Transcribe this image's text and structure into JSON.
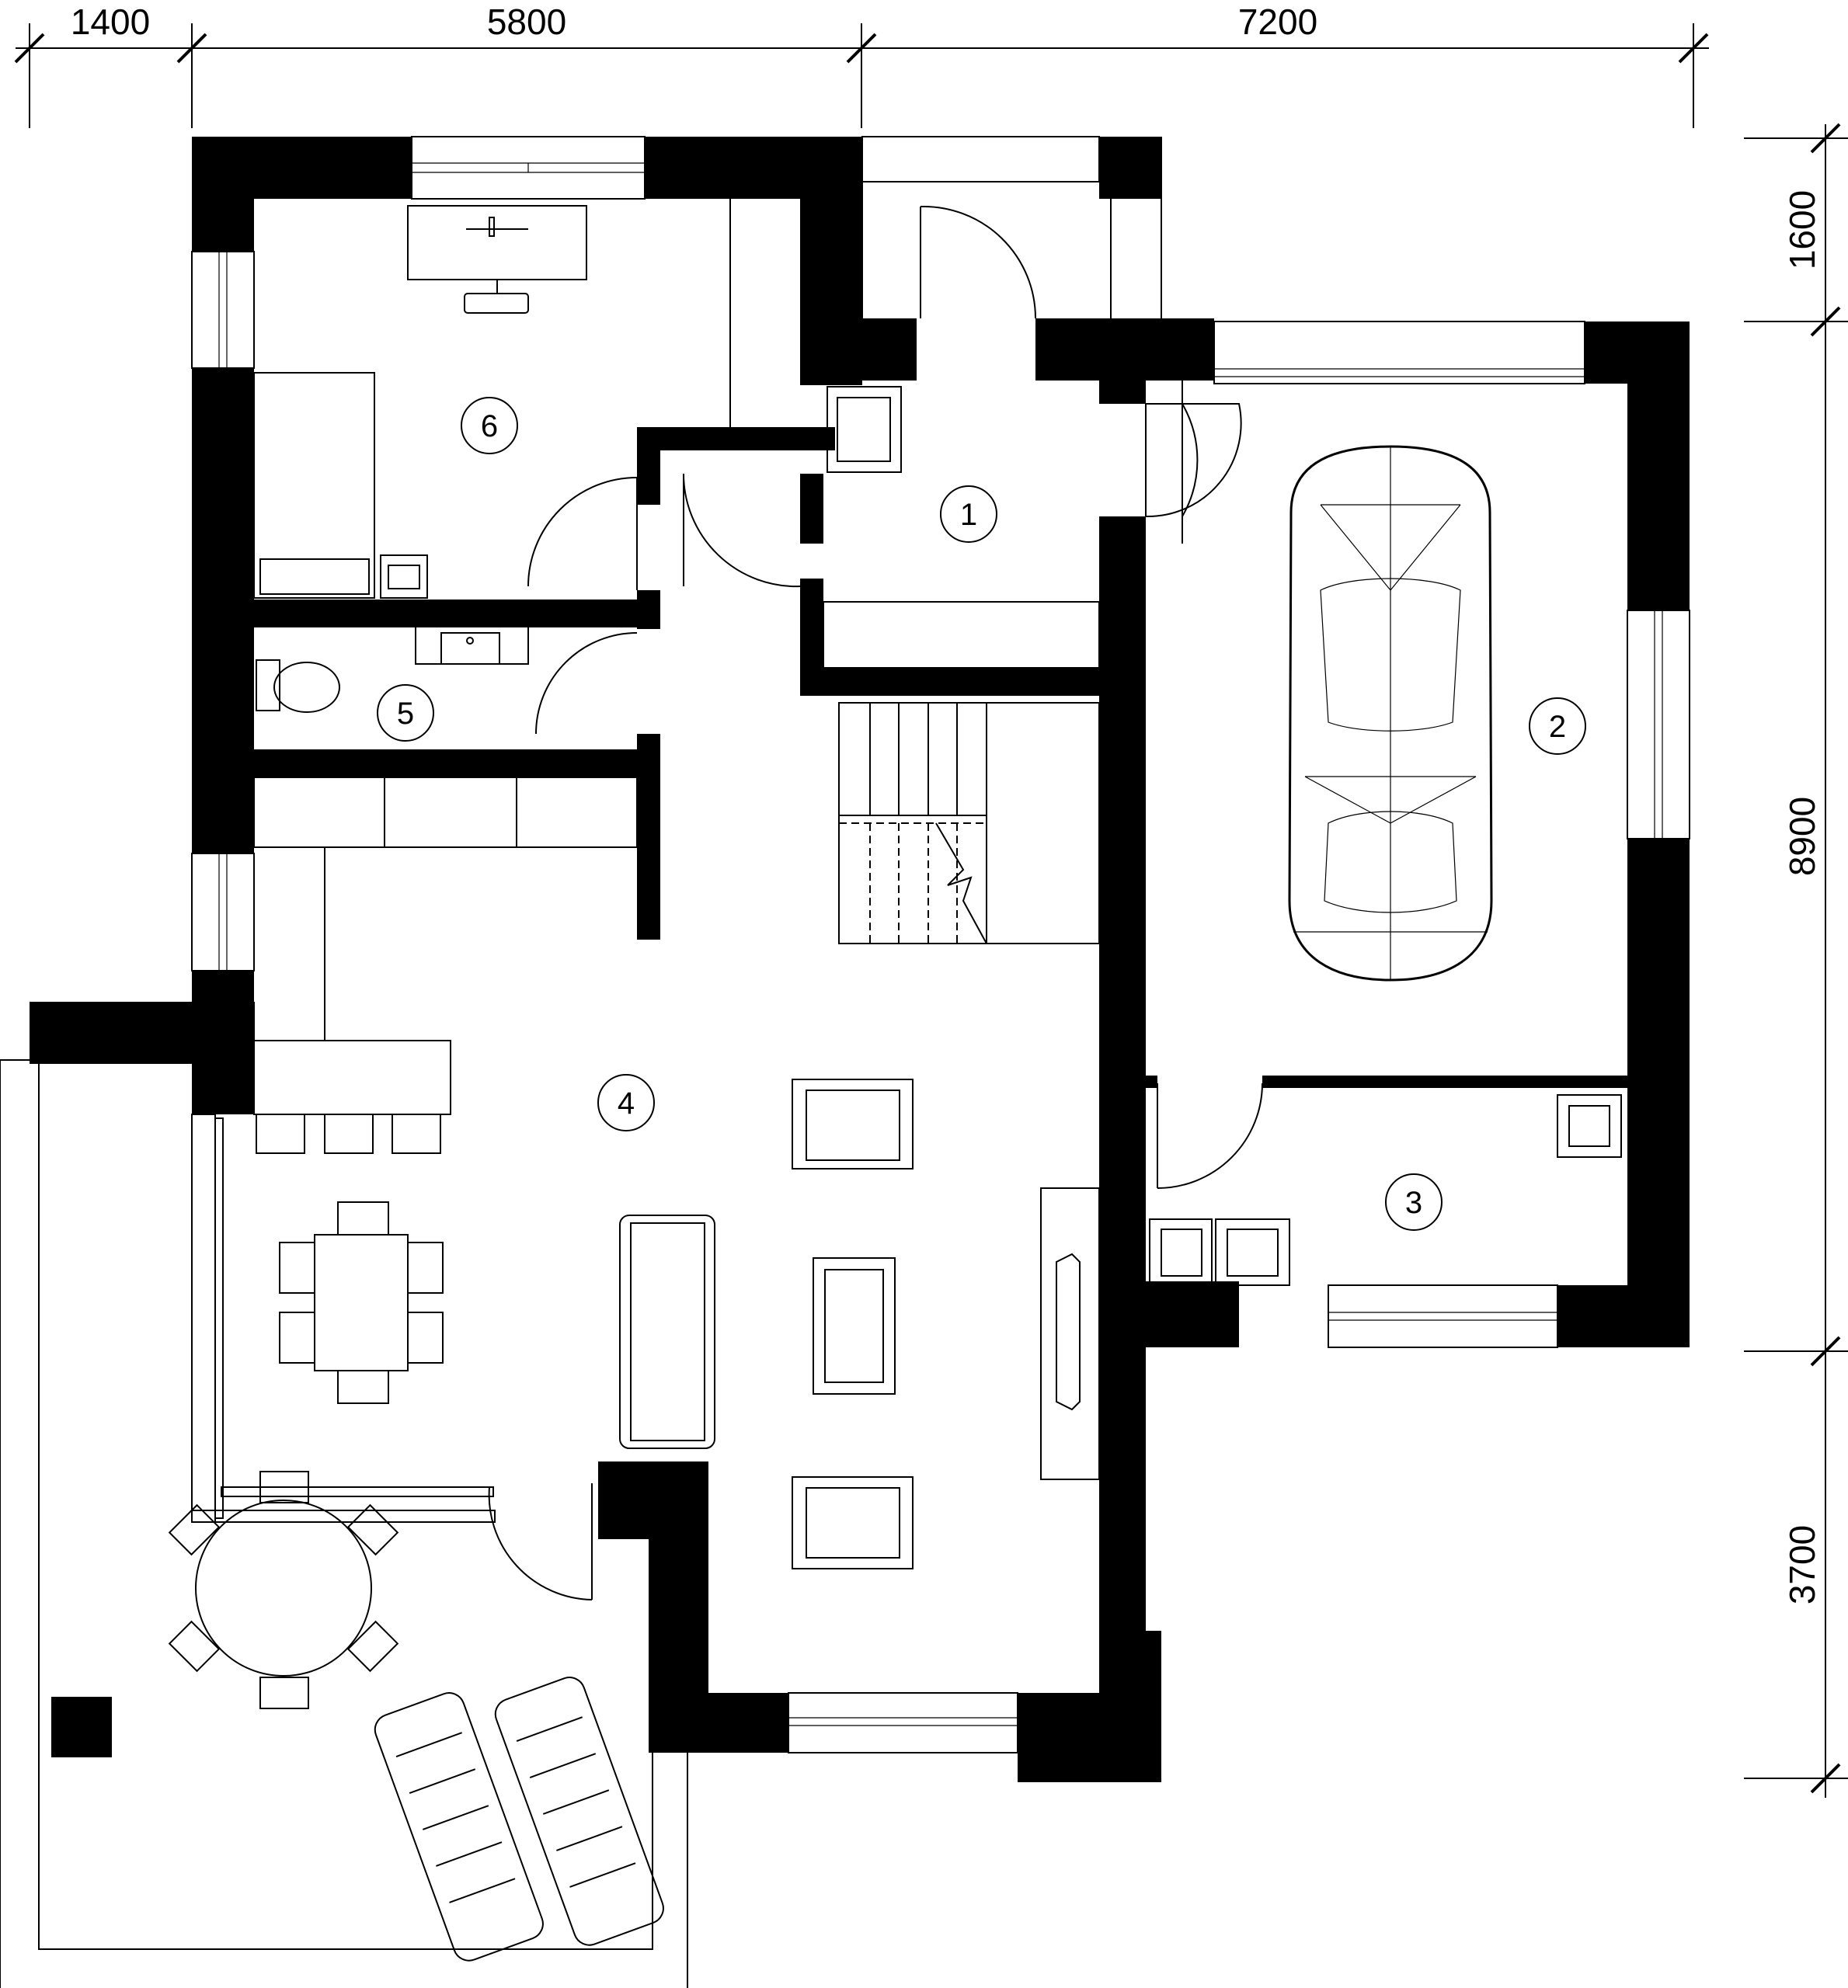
{
  "dimensions": {
    "top": [
      "1400",
      "5800",
      "7200"
    ],
    "right": [
      "1600",
      "8900",
      "3700"
    ]
  },
  "rooms": [
    "1",
    "2",
    "3",
    "4",
    "5",
    "6"
  ],
  "colors": {
    "walls": "#000000",
    "lines": "#000000",
    "background": "#ffffff"
  }
}
